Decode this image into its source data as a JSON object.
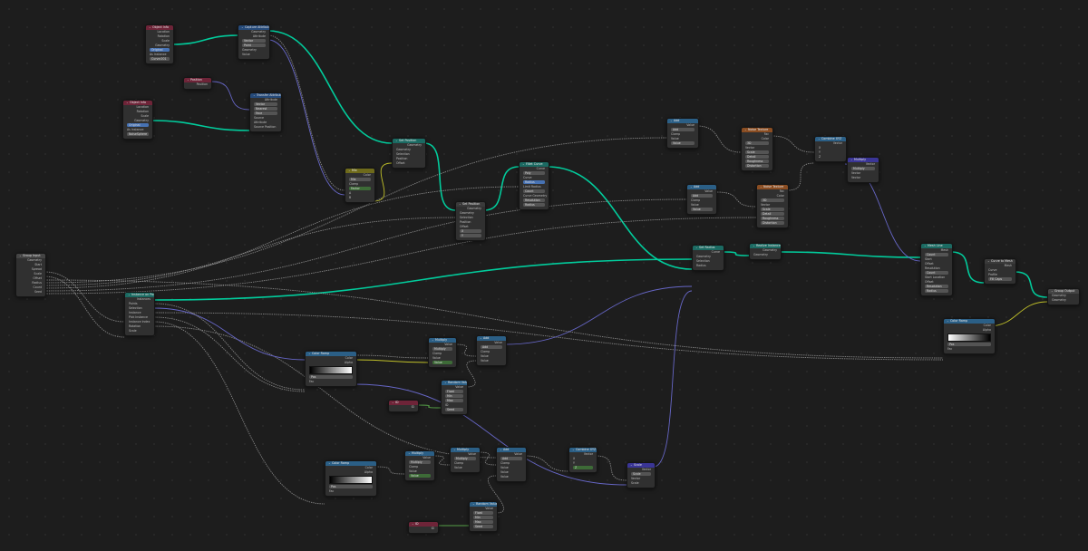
{
  "editor": {
    "name": "Geometry Node Editor"
  },
  "colors": {
    "background": "#1d1d1d",
    "geometry_wire": "#00d6a3",
    "float_wire": "#a1a1a1",
    "vector_wire": "#6363c7",
    "color_wire": "#c7c729",
    "node_body": "#303030"
  },
  "nodes": [
    {
      "id": "obj1",
      "title": "Object Info",
      "cat": "input",
      "rows": [
        {
          "t": "Location",
          "s": "out"
        },
        {
          "t": "Rotation",
          "s": "out"
        },
        {
          "t": "Scale",
          "s": "out"
        },
        {
          "t": "Geometry",
          "s": "out"
        },
        {
          "t": "Original",
          "s": "field blue"
        },
        {
          "t": "As Instance",
          "s": "in"
        },
        {
          "t": "Curve.001",
          "s": "field"
        }
      ]
    },
    {
      "id": "captureA",
      "title": "Capture Attribute",
      "cat": "attr",
      "rows": [
        {
          "t": "Geometry",
          "s": "out"
        },
        {
          "t": "Attribute",
          "s": "out"
        },
        {
          "t": "Vector",
          "s": "field"
        },
        {
          "t": "Point",
          "s": "field"
        },
        {
          "t": "Geometry",
          "s": "in"
        },
        {
          "t": "Value",
          "s": "in"
        }
      ]
    },
    {
      "id": "position",
      "title": "Position",
      "cat": "input",
      "rows": [
        {
          "t": "Position",
          "s": "out"
        }
      ]
    },
    {
      "id": "obj2",
      "title": "Object Info",
      "cat": "input",
      "rows": [
        {
          "t": "Location",
          "s": "out"
        },
        {
          "t": "Rotation",
          "s": "out"
        },
        {
          "t": "Scale",
          "s": "out"
        },
        {
          "t": "Geometry",
          "s": "out"
        },
        {
          "t": "Original",
          "s": "field blue"
        },
        {
          "t": "As Instance",
          "s": "in"
        },
        {
          "t": "NoiseSphere",
          "s": "field"
        }
      ]
    },
    {
      "id": "transfer",
      "title": "Transfer Attribute",
      "cat": "attr",
      "rows": [
        {
          "t": "Attribute",
          "s": "out"
        },
        {
          "t": "Vector",
          "s": "field"
        },
        {
          "t": "Nearest",
          "s": "field"
        },
        {
          "t": "Face",
          "s": "field"
        },
        {
          "t": "Source",
          "s": "in"
        },
        {
          "t": "Attribute",
          "s": "in"
        },
        {
          "t": "Source Position",
          "s": "in"
        }
      ]
    },
    {
      "id": "mix",
      "title": "Mix",
      "cat": "color",
      "rows": [
        {
          "t": "Color",
          "s": "out"
        },
        {
          "t": "Mix",
          "s": "field"
        },
        {
          "t": "Clamp",
          "s": "in"
        },
        {
          "t": "Factor",
          "s": "field green"
        },
        {
          "t": "A",
          "s": "in"
        },
        {
          "t": "B",
          "s": "in"
        }
      ]
    },
    {
      "id": "setpos1",
      "title": "Set Position",
      "cat": "geo",
      "rows": [
        {
          "t": "Geometry",
          "s": "out"
        },
        {
          "t": "Geometry",
          "s": "in"
        },
        {
          "t": "Selection",
          "s": "in"
        },
        {
          "t": "Position",
          "s": "in"
        },
        {
          "t": "Offset",
          "s": "in"
        }
      ]
    },
    {
      "id": "frame",
      "title": "Set Position",
      "cat": "group",
      "rows": [
        {
          "t": "Geometry",
          "s": "out"
        },
        {
          "t": "Geometry",
          "s": "in"
        },
        {
          "t": "Selection",
          "s": "in"
        },
        {
          "t": "Position",
          "s": "in"
        },
        {
          "t": "Offset",
          "s": "in"
        },
        {
          "t": "X",
          "s": "field"
        },
        {
          "t": "Y",
          "s": "field"
        }
      ]
    },
    {
      "id": "fillet",
      "title": "Fillet Curve",
      "cat": "geo",
      "rows": [
        {
          "t": "Curve",
          "s": "out"
        },
        {
          "t": "Poly",
          "s": "field"
        },
        {
          "t": "Curve",
          "s": "in"
        },
        {
          "t": "Radius",
          "s": "field blue"
        },
        {
          "t": "Limit Radius",
          "s": "in"
        },
        {
          "t": "Count",
          "s": "field"
        },
        {
          "t": "Curve Geometry",
          "s": "in"
        },
        {
          "t": "Resolution",
          "s": "field"
        },
        {
          "t": "Radius",
          "s": "field"
        }
      ]
    },
    {
      "id": "add1",
      "title": "Add",
      "cat": "conv",
      "rows": [
        {
          "t": "Value",
          "s": "out"
        },
        {
          "t": "Add",
          "s": "field"
        },
        {
          "t": "Clamp",
          "s": "in"
        },
        {
          "t": "Value",
          "s": "in"
        },
        {
          "t": "Value",
          "s": "field"
        }
      ]
    },
    {
      "id": "noise1",
      "title": "Noise Texture",
      "cat": "tex",
      "rows": [
        {
          "t": "Fac",
          "s": "out"
        },
        {
          "t": "Color",
          "s": "out"
        },
        {
          "t": "3D",
          "s": "field"
        },
        {
          "t": "Vector",
          "s": "in"
        },
        {
          "t": "Scale",
          "s": "field"
        },
        {
          "t": "Detail",
          "s": "field"
        },
        {
          "t": "Roughness",
          "s": "field"
        },
        {
          "t": "Distortion",
          "s": "field"
        }
      ]
    },
    {
      "id": "combine",
      "title": "Combine XYZ",
      "cat": "conv",
      "rows": [
        {
          "t": "Vector",
          "s": "out"
        },
        {
          "t": "X",
          "s": "in"
        },
        {
          "t": "Y",
          "s": "in"
        },
        {
          "t": "Z",
          "s": "in"
        }
      ]
    },
    {
      "id": "multiply",
      "title": "Multiply",
      "cat": "vec",
      "rows": [
        {
          "t": "Vector",
          "s": "out"
        },
        {
          "t": "Multiply",
          "s": "field"
        },
        {
          "t": "Vector",
          "s": "in"
        },
        {
          "t": "Vector",
          "s": "in"
        }
      ]
    },
    {
      "id": "sub",
      "title": "Add",
      "cat": "conv",
      "rows": [
        {
          "t": "Value",
          "s": "out"
        },
        {
          "t": "Add",
          "s": "field"
        },
        {
          "t": "Clamp",
          "s": "in"
        },
        {
          "t": "Value",
          "s": "in"
        },
        {
          "t": "Value",
          "s": "field"
        }
      ]
    },
    {
      "id": "noise2",
      "title": "Noise Texture",
      "cat": "tex",
      "rows": [
        {
          "t": "Fac",
          "s": "out"
        },
        {
          "t": "Color",
          "s": "out"
        },
        {
          "t": "3D",
          "s": "field"
        },
        {
          "t": "Vector",
          "s": "in"
        },
        {
          "t": "Scale",
          "s": "field"
        },
        {
          "t": "Detail",
          "s": "field"
        },
        {
          "t": "Roughness",
          "s": "field"
        },
        {
          "t": "Distortion",
          "s": "field"
        }
      ]
    },
    {
      "id": "groupIn",
      "title": "Group Input",
      "cat": "gray",
      "rows": [
        {
          "t": "Geometry",
          "s": "out"
        },
        {
          "t": "Start",
          "s": "out"
        },
        {
          "t": "Spread",
          "s": "out"
        },
        {
          "t": "Scale",
          "s": "out"
        },
        {
          "t": "Offset",
          "s": "out"
        },
        {
          "t": "Radius",
          "s": "out"
        },
        {
          "t": "Count",
          "s": "out"
        },
        {
          "t": "Seed",
          "s": "out"
        }
      ]
    },
    {
      "id": "instOnPoints",
      "title": "Instance on Points",
      "cat": "geo",
      "rows": [
        {
          "t": "Instances",
          "s": "out"
        },
        {
          "t": "Points",
          "s": "in"
        },
        {
          "t": "Selection",
          "s": "in"
        },
        {
          "t": "Instance",
          "s": "in"
        },
        {
          "t": "Pick Instance",
          "s": "in"
        },
        {
          "t": "Instance Index",
          "s": "in"
        },
        {
          "t": "Rotation",
          "s": "in"
        },
        {
          "t": "Scale",
          "s": "in"
        }
      ]
    },
    {
      "id": "realize",
      "title": "Realize Instances",
      "cat": "geo",
      "rows": [
        {
          "t": "Geometry",
          "s": "out"
        },
        {
          "t": "Geometry",
          "s": "in"
        }
      ]
    },
    {
      "id": "resample",
      "title": "Set Radius",
      "cat": "geo",
      "rows": [
        {
          "t": "Curve",
          "s": "out"
        },
        {
          "t": "Geometry",
          "s": "in"
        },
        {
          "t": "Selection",
          "s": "in"
        },
        {
          "t": "Radius",
          "s": "in"
        }
      ]
    },
    {
      "id": "frame2",
      "title": "Curve to Mesh",
      "cat": "group",
      "rows": [
        {
          "t": "Mesh",
          "s": "out"
        },
        {
          "t": "Curve",
          "s": "in"
        },
        {
          "t": "Profile",
          "s": "in"
        },
        {
          "t": "Fill Caps",
          "s": "field"
        }
      ]
    },
    {
      "id": "groupOut",
      "title": "Group Output",
      "cat": "gray",
      "rows": [
        {
          "t": "Geometry",
          "s": "in"
        },
        {
          "t": "Geometry",
          "s": "in"
        }
      ]
    },
    {
      "id": "meshLine",
      "title": "Mesh Line",
      "cat": "geo",
      "rows": [
        {
          "t": "Mesh",
          "s": "out"
        },
        {
          "t": "Count",
          "s": "field"
        },
        {
          "t": "Start",
          "s": "in"
        },
        {
          "t": "Offset",
          "s": "in"
        },
        {
          "t": "Resolution",
          "s": "in"
        },
        {
          "t": "Count",
          "s": "field"
        },
        {
          "t": "Start Location",
          "s": "in"
        },
        {
          "t": "Offset",
          "s": "in"
        },
        {
          "t": "Resolution",
          "s": "field"
        },
        {
          "t": "Radius",
          "s": "field"
        }
      ]
    },
    {
      "id": "colorRampA",
      "title": "Color Ramp",
      "cat": "conv",
      "rows": [
        {
          "t": "Color",
          "s": "out"
        },
        {
          "t": "Alpha",
          "s": "out"
        }
      ],
      "ramp": "normal",
      "after": [
        {
          "t": "Pos",
          "s": "field"
        },
        {
          "t": "Fac",
          "s": "in"
        }
      ]
    },
    {
      "id": "mathA",
      "title": "Multiply",
      "cat": "conv",
      "rows": [
        {
          "t": "Value",
          "s": "out"
        },
        {
          "t": "Multiply",
          "s": "field"
        },
        {
          "t": "Clamp",
          "s": "in"
        },
        {
          "t": "Value",
          "s": "in"
        },
        {
          "t": "Value",
          "s": "field green"
        }
      ]
    },
    {
      "id": "addA",
      "title": "Add",
      "cat": "conv",
      "rows": [
        {
          "t": "Value",
          "s": "out"
        },
        {
          "t": "Add",
          "s": "field"
        },
        {
          "t": "Clamp",
          "s": "in"
        },
        {
          "t": "Value",
          "s": "in"
        },
        {
          "t": "Value",
          "s": "in"
        }
      ]
    },
    {
      "id": "inputA",
      "title": "ID",
      "cat": "input",
      "rows": [
        {
          "t": "ID",
          "s": "out"
        }
      ]
    },
    {
      "id": "randomA",
      "title": "Random Value",
      "cat": "conv",
      "rows": [
        {
          "t": "Value",
          "s": "out"
        },
        {
          "t": "Float",
          "s": "field"
        },
        {
          "t": "Min",
          "s": "field"
        },
        {
          "t": "Max",
          "s": "field"
        },
        {
          "t": "ID",
          "s": "in"
        },
        {
          "t": "Seed",
          "s": "field"
        }
      ]
    },
    {
      "id": "colorRampB",
      "title": "Color Ramp",
      "cat": "conv",
      "rows": [
        {
          "t": "Color",
          "s": "out"
        },
        {
          "t": "Alpha",
          "s": "out"
        }
      ],
      "ramp": "normal",
      "after": [
        {
          "t": "Pos",
          "s": "field"
        },
        {
          "t": "Fac",
          "s": "in"
        }
      ]
    },
    {
      "id": "mulB",
      "title": "Multiply",
      "cat": "conv",
      "rows": [
        {
          "t": "Value",
          "s": "out"
        },
        {
          "t": "Multiply",
          "s": "field"
        },
        {
          "t": "Clamp",
          "s": "in"
        },
        {
          "t": "Value",
          "s": "in"
        },
        {
          "t": "Value",
          "s": "field green"
        }
      ]
    },
    {
      "id": "mulC",
      "title": "Multiply",
      "cat": "conv",
      "rows": [
        {
          "t": "Value",
          "s": "out"
        },
        {
          "t": "Multiply",
          "s": "field"
        },
        {
          "t": "Clamp",
          "s": "in"
        },
        {
          "t": "Value",
          "s": "in"
        }
      ]
    },
    {
      "id": "addB",
      "title": "Add",
      "cat": "conv",
      "rows": [
        {
          "t": "Value",
          "s": "out"
        },
        {
          "t": "Add",
          "s": "field"
        },
        {
          "t": "Clamp",
          "s": "in"
        },
        {
          "t": "Value",
          "s": "in"
        },
        {
          "t": "Value",
          "s": "in"
        },
        {
          "t": "Value",
          "s": "in"
        }
      ]
    },
    {
      "id": "combB",
      "title": "Combine XYZ",
      "cat": "conv",
      "rows": [
        {
          "t": "Vector",
          "s": "out"
        },
        {
          "t": "X",
          "s": "in"
        },
        {
          "t": "Y",
          "s": "in"
        },
        {
          "t": "Z",
          "s": "field green"
        }
      ]
    },
    {
      "id": "vecB",
      "title": "Scale",
      "cat": "vec",
      "rows": [
        {
          "t": "Vector",
          "s": "out"
        },
        {
          "t": "Scale",
          "s": "field"
        },
        {
          "t": "Vector",
          "s": "in"
        },
        {
          "t": "Scale",
          "s": "in"
        }
      ]
    },
    {
      "id": "randomB",
      "title": "Random Value",
      "cat": "conv",
      "rows": [
        {
          "t": "Value",
          "s": "out"
        },
        {
          "t": "Float",
          "s": "field"
        },
        {
          "t": "Min",
          "s": "field"
        },
        {
          "t": "Max",
          "s": "field"
        },
        {
          "t": "Seed",
          "s": "field"
        }
      ]
    },
    {
      "id": "inputB",
      "title": "ID",
      "cat": "input",
      "rows": [
        {
          "t": "ID",
          "s": "out"
        }
      ]
    },
    {
      "id": "colorRampC",
      "title": "Color Ramp",
      "cat": "conv",
      "rows": [
        {
          "t": "Color",
          "s": "out"
        },
        {
          "t": "Alpha",
          "s": "out"
        }
      ],
      "ramp": "reverse",
      "after": [
        {
          "t": "Pos",
          "s": "field"
        },
        {
          "t": "Fac",
          "s": "in"
        }
      ]
    }
  ]
}
